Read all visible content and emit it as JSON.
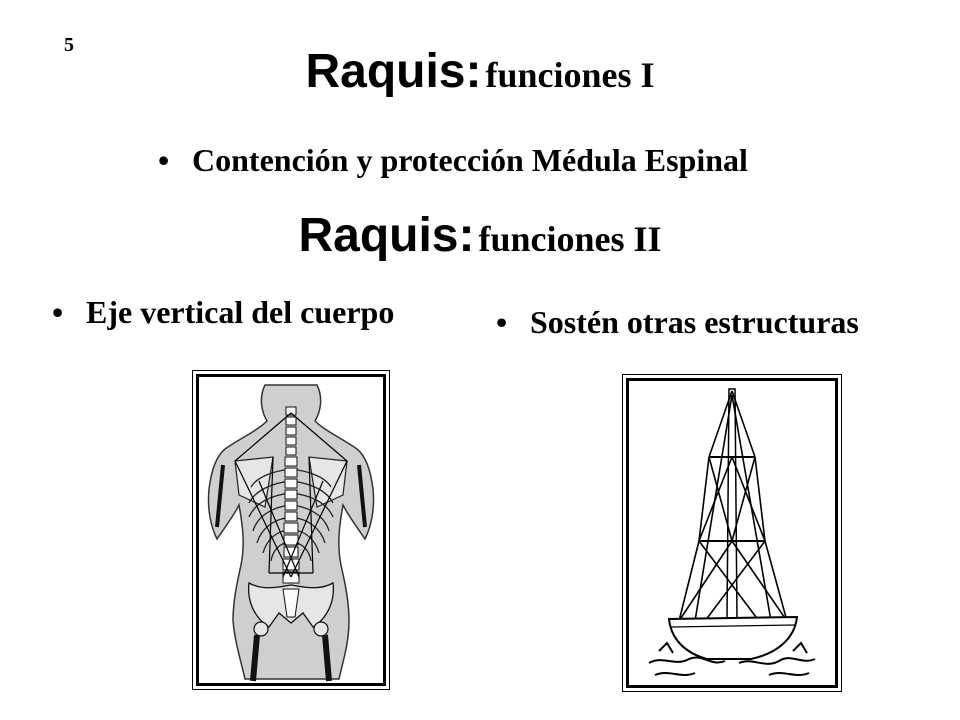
{
  "slide": {
    "number": "5"
  },
  "heading1": {
    "main": "Raquis:",
    "sub": "funciones I"
  },
  "bullet1": {
    "symbol": "•",
    "text": "Contención y protección  Médula Espinal"
  },
  "heading2": {
    "main": "Raquis:",
    "sub": "funciones II"
  },
  "bullet2": {
    "symbol": "•",
    "text": "Eje vertical del cuerpo"
  },
  "bullet3": {
    "symbol": "•",
    "text": "Sostén otras estructuras"
  },
  "figures": {
    "left_icon": "human-back-skeleton-illustration",
    "right_icon": "sailboat-mast-rigging-illustration"
  }
}
